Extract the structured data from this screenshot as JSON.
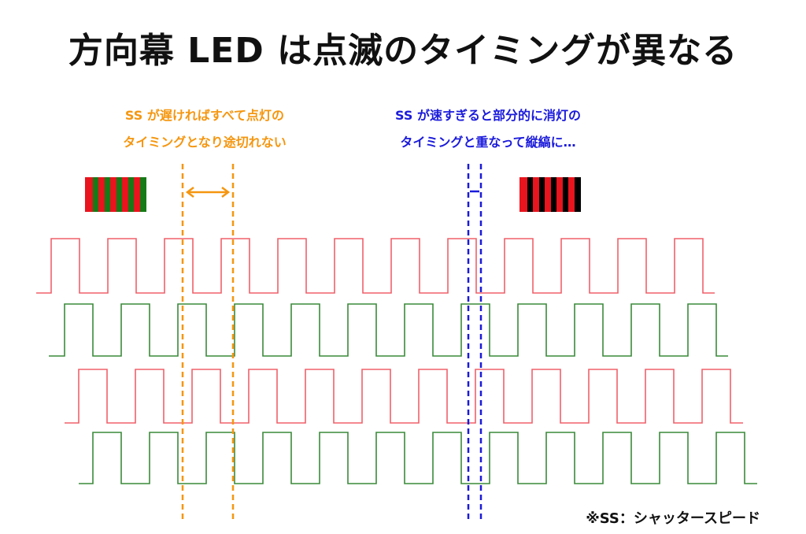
{
  "title": "方向幕 LED は点滅のタイミングが異なる",
  "notes": {
    "slow": {
      "line1": "SS が遅ければすべて点灯の",
      "line2": "タイミングとなり途切れない",
      "color": "#f5960f"
    },
    "fast": {
      "line1": "SS が速すぎると部分的に消灯の",
      "line2": "タイミングと重なって縦縞に…",
      "color": "#1a1adb"
    }
  },
  "footnote": "※SS：シャッタースピード",
  "colors": {
    "red_signal": "#f0606a",
    "green_signal": "#3a8a3a",
    "sample_red": "#e8141e",
    "sample_green": "#167a16",
    "sample_black": "#000000"
  },
  "signals": [
    {
      "name": "red-signal-1",
      "color": "red_signal",
      "start_high": true
    },
    {
      "name": "green-signal-1",
      "color": "green_signal",
      "start_high": true
    },
    {
      "name": "red-signal-2",
      "color": "red_signal",
      "start_high": true
    },
    {
      "name": "green-signal-2",
      "color": "green_signal",
      "start_high": true
    }
  ],
  "icons": {
    "slow_sample": "red-green-stripes-icon",
    "fast_sample": "red-black-stripes-icon",
    "slow_exposure": "double-arrow-icon",
    "fast_exposure": "short-double-arrow-icon"
  }
}
